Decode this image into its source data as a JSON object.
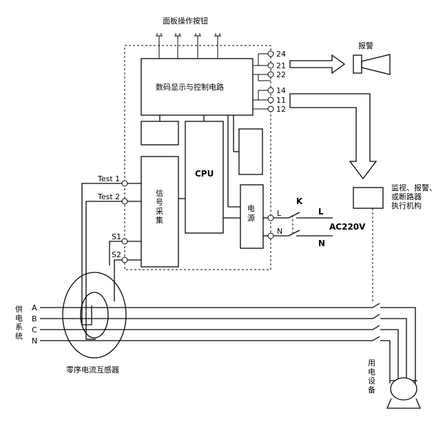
{
  "panel_buttons_label": "面板操作按钮",
  "display_control_label": "数码显示与控制电路",
  "cpu_label": "CPU",
  "signal_acquisition_label": [
    "信",
    "号",
    "采",
    "集"
  ],
  "power_label": [
    "电",
    "源"
  ],
  "alarm_label": "报警",
  "actuator_label": [
    "监视、报警、",
    "或断路器",
    "执行机构"
  ],
  "transformer_label": "零序电流互感器",
  "supply_label": [
    "供",
    "电",
    "系",
    "统"
  ],
  "equipment_label": [
    "用",
    "电",
    "设",
    "备"
  ],
  "voltage_label": "AC220V",
  "switch_label": "K",
  "terminals": {
    "test1": "Test 1",
    "test2": "Test 2",
    "s1": "S1",
    "s2": "S2",
    "alarm_relay": [
      "24",
      "21",
      "22"
    ],
    "trip_relay": [
      "14",
      "11",
      "12"
    ],
    "power_in": [
      "L",
      "N"
    ]
  },
  "lines": {
    "live": "L",
    "neutral": "N"
  },
  "phases": [
    "A",
    "B",
    "C",
    "N"
  ]
}
